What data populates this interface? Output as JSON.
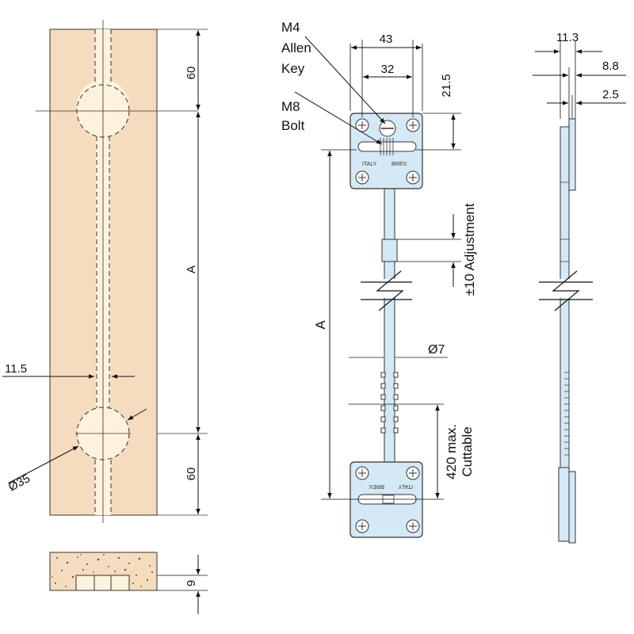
{
  "colors": {
    "wood": "#f5dcbf",
    "groove": "#fdf3dc",
    "steel": "#d5e8f5",
    "line": "#222222"
  },
  "routing_view": {
    "dim_top": "60",
    "dim_bottom": "60",
    "dim_length": "A",
    "dim_slot_width": "11.5",
    "dim_hole_dia": "Ø35"
  },
  "section_view": {
    "dim_depth": "9"
  },
  "front_view": {
    "label_key_line1": "M4",
    "label_key_line2": "Allen",
    "label_key_line3": "Key",
    "label_bolt_line1": "M8",
    "label_bolt_line2": "Bolt",
    "dim_plate_width": "43",
    "dim_hole_spacing": "32",
    "dim_plate_offset": "21.5",
    "dim_adjustment": "±10 Adjustment",
    "dim_rod_dia": "Ø7",
    "dim_length": "A",
    "dim_cut_line1": "420 max.",
    "dim_cut_line2": "Cuttable",
    "stamp_1": "ITALY",
    "stamp_2": "BREV."
  },
  "side_view": {
    "dim_total": "11.3",
    "dim_plate": "8.8",
    "dim_thin": "2.5"
  }
}
